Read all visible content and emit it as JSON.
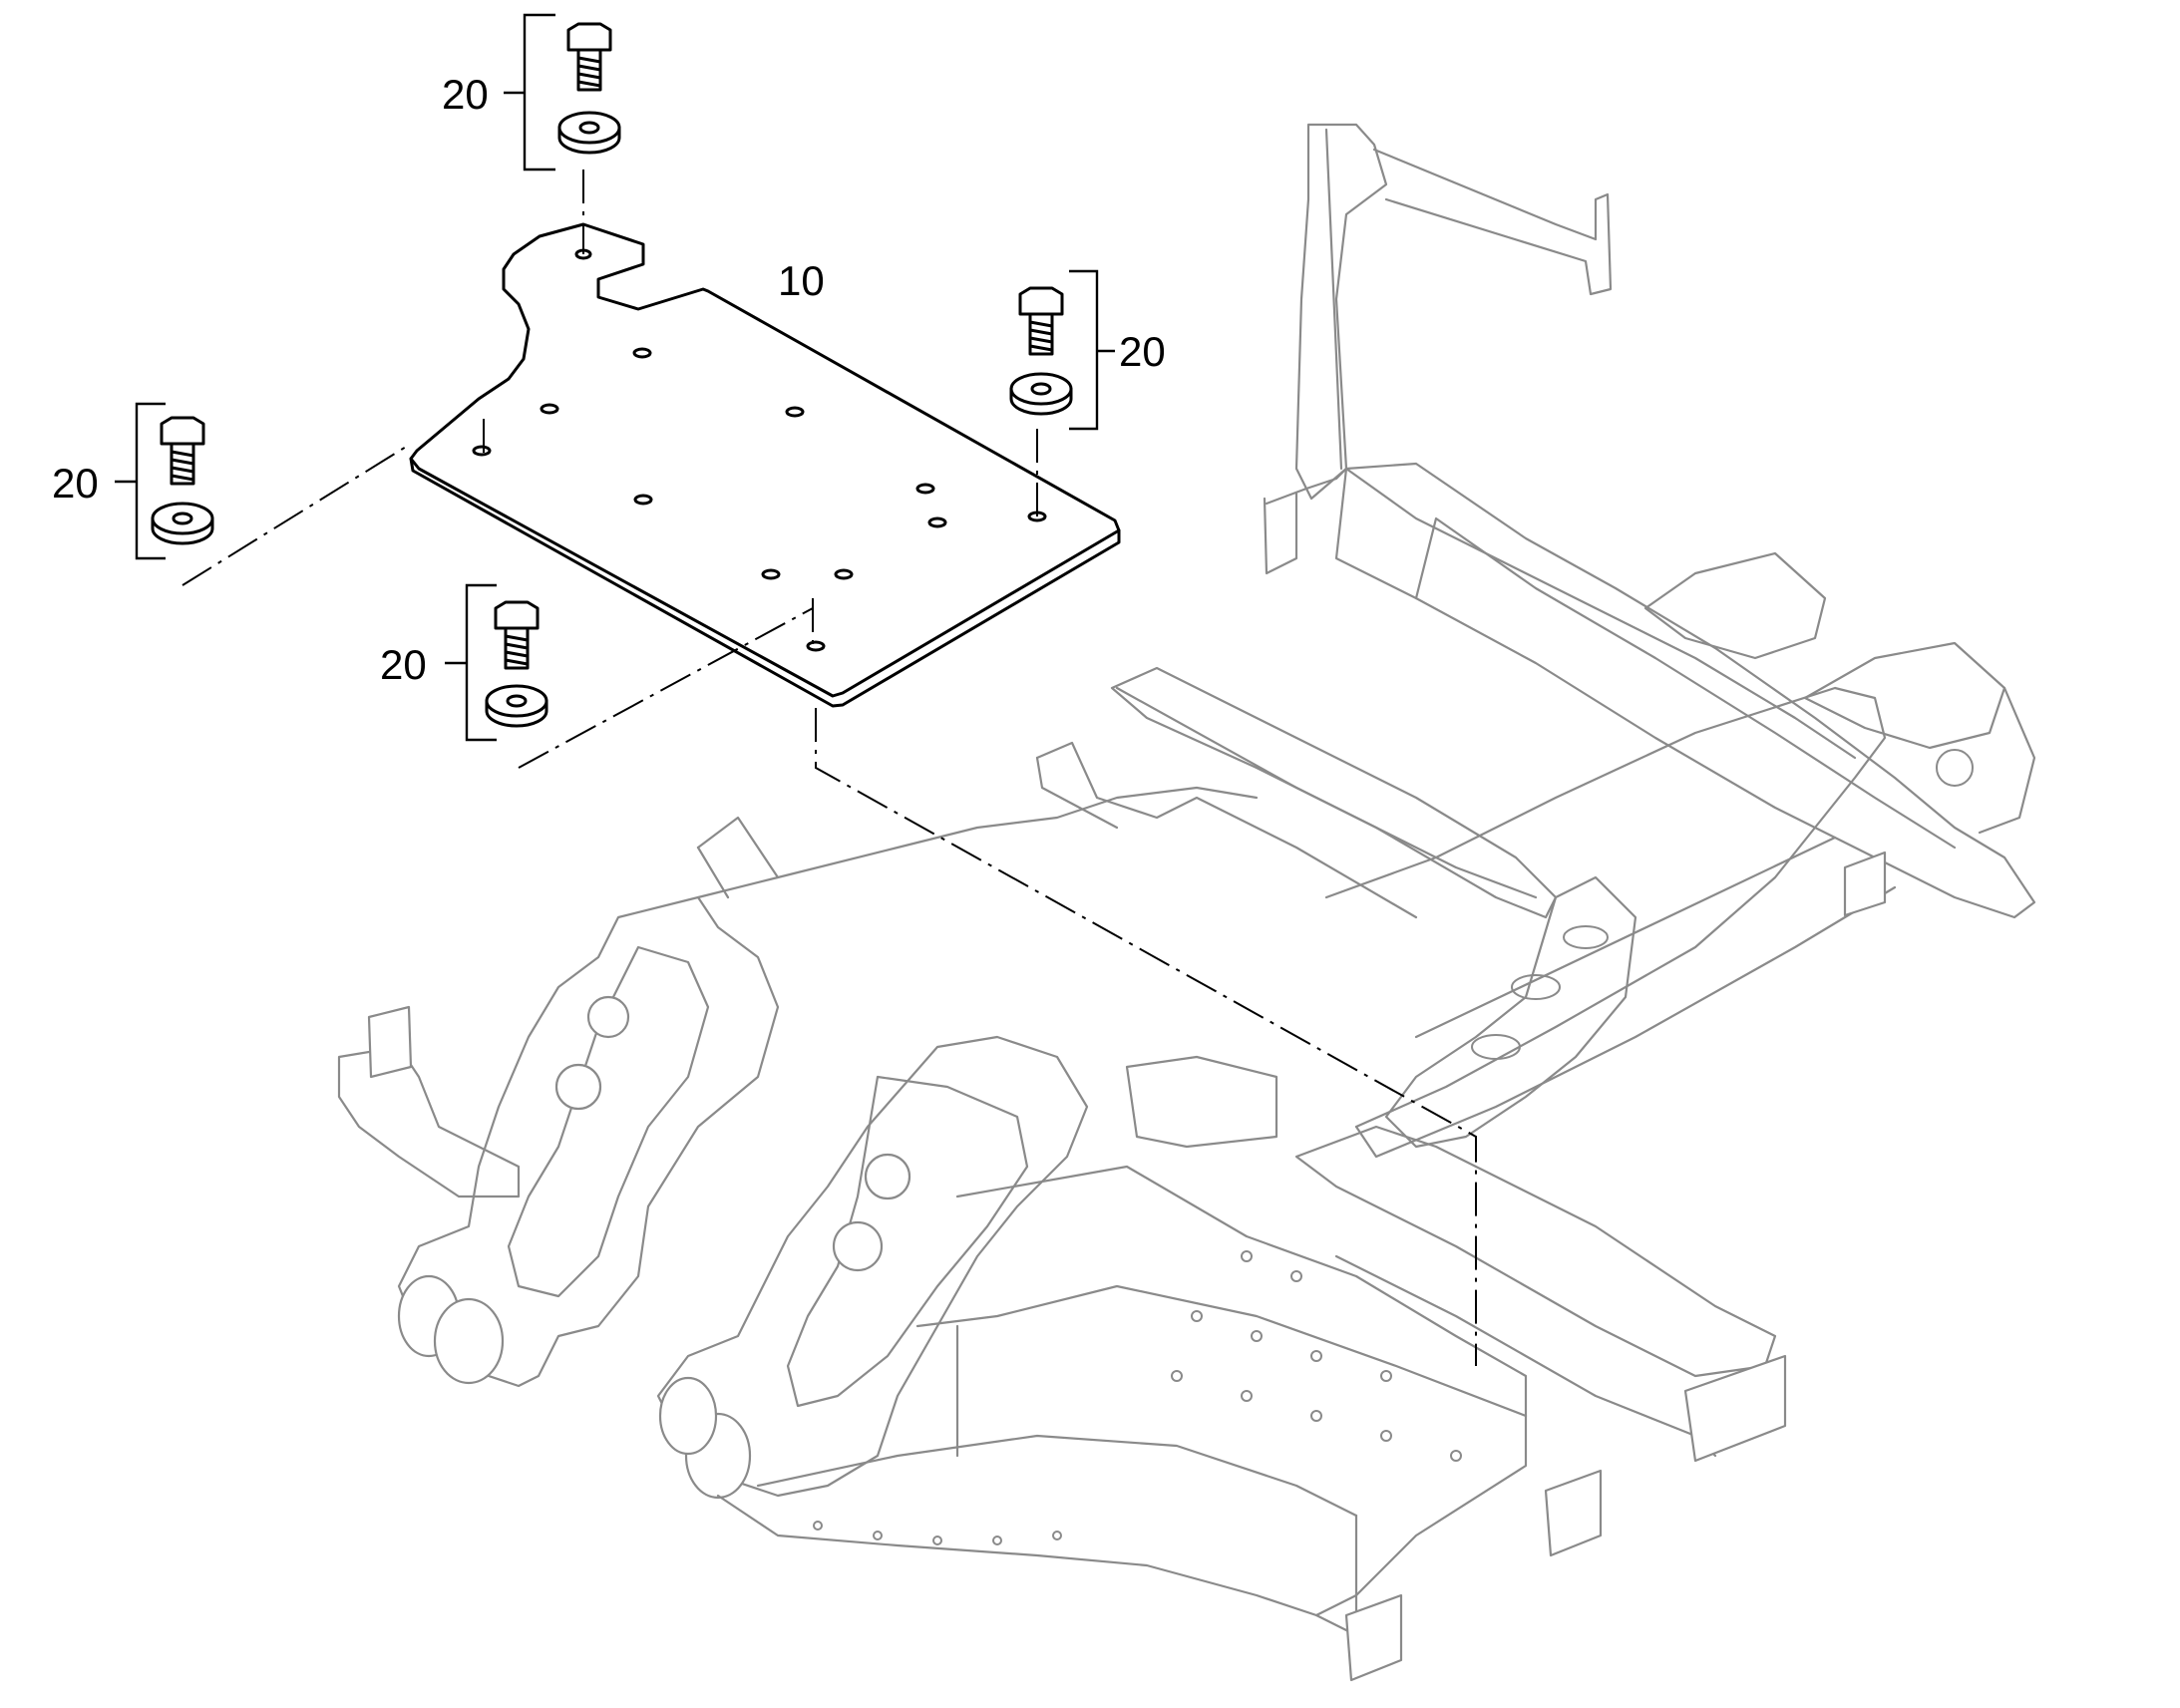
{
  "callouts": {
    "plate": "10",
    "fastener_top": "20",
    "fastener_right": "20",
    "fastener_left": "20",
    "fastener_bottom": "20"
  }
}
